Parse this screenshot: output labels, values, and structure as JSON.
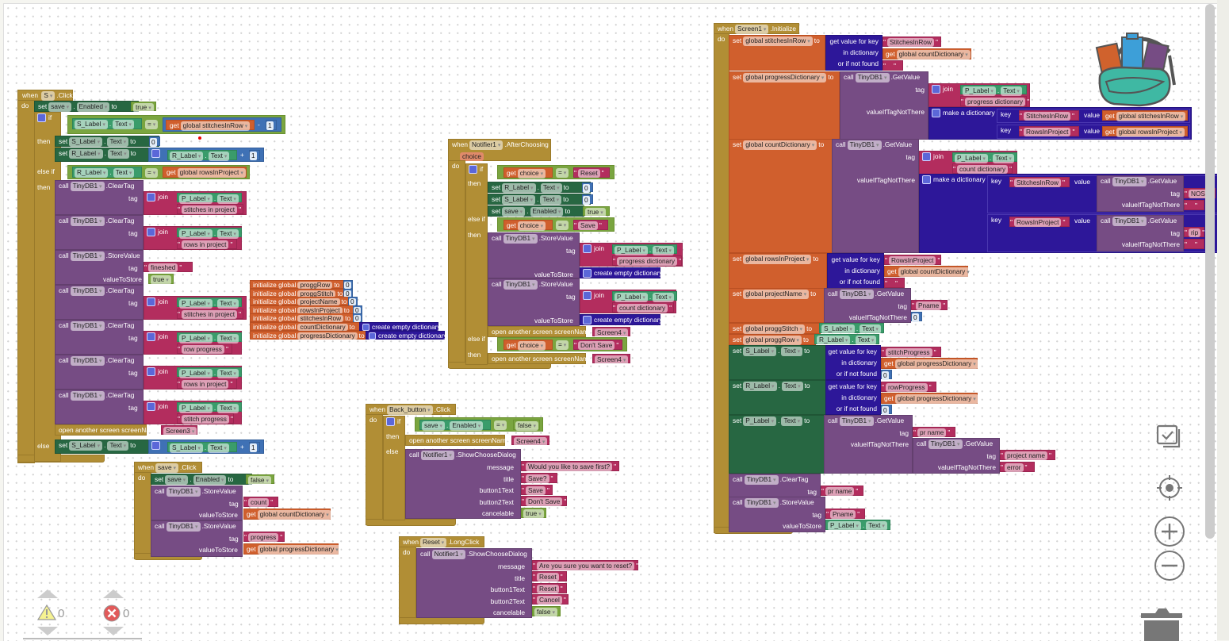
{
  "workspace": {
    "warnings_count": "0",
    "errors_count": "0"
  },
  "icons": {
    "backpack": "backpack-icon",
    "cleanup": "cleanup-icon",
    "recenter": "recenter-icon",
    "zoom_in": "zoom-in-icon",
    "zoom_out": "zoom-out-icon",
    "trash": "trash-icon",
    "warning": "warning-icon",
    "error": "error-icon"
  },
  "kw": {
    "when": "when",
    "do": "do",
    "if": "if",
    "then": "then",
    "else_if": "else if",
    "else": "else",
    "set": "set",
    "to": "to",
    "call": "call",
    "get": "get",
    "join": "join",
    "tag": "tag",
    "valueToStore": "valueToStore",
    "valueIfTagNotThere": "valueIfTagNotThere",
    "open_screen": "open another screen  screenName",
    "eq": "=",
    "plus": "+",
    "minus": "-",
    "dot": ".",
    "get_value_for_key": "get value for key",
    "in_dictionary": "in dictionary",
    "or_if_not_found": "or if not found",
    "make_dict": "make a dictionary",
    "key": "key",
    "value": "value",
    "create_empty_dict": "create empty dictionary",
    "initialize_global": "initialize global",
    "message": "message",
    "title": "title",
    "button1Text": "button1Text",
    "button2Text": "button2Text",
    "cancelable": "cancelable"
  },
  "blocks": {
    "s_click": {
      "component": "S",
      "event": ".Click",
      "save": "save",
      "enabled": "Enabled",
      "true": "true",
      "s_label": "S_Label",
      "r_label": "R_Label",
      "p_label": "P_Label",
      "text": "Text",
      "global_stitches": "global stitchesInRow",
      "one": "1",
      "zero": "0",
      "global_rows": "global rowsInProject",
      "tinydb": "TinyDB1",
      "clear_tag": ".ClearTag",
      "store_value": ".StoreValue",
      "str_stitches_in_project": "stitches in project",
      "str_rows_in_project": "rows in project",
      "str_fineshed": "fineshed",
      "str_row_progress": "row progress",
      "str_stitch_progress": "stitch progress",
      "screen3": "Screen3"
    },
    "globals": [
      {
        "name": "proggRow",
        "value": "0"
      },
      {
        "name": "proggStitch",
        "value": "0"
      },
      {
        "name": "projectName",
        "value": "0"
      },
      {
        "name": "rowsInProject",
        "value": "0"
      },
      {
        "name": "stitchesInRow",
        "value": "0"
      },
      {
        "name": "countDictionary",
        "value": "create empty dictionary"
      },
      {
        "name": "progressDictionary",
        "value": "create empty dictionary"
      }
    ],
    "save_click": {
      "component": "save",
      "event": ".Click",
      "enabled": "Enabled",
      "false": "false",
      "tinydb": "TinyDB1",
      "store_value": ".StoreValue",
      "tag1": "count",
      "val1": "global countDictionary",
      "tag2": "progress",
      "val2": "global progressDictionary"
    },
    "notifier_after": {
      "component": "Notifier1",
      "event": ".AfterChoosing",
      "param": "choice",
      "reset": "Reset",
      "save_str": "Save",
      "dont_save": "Don't Save",
      "r_label": "R_Label",
      "s_label": "S_Label",
      "p_label": "P_Label",
      "text": "Text",
      "zero": "0",
      "save": "save",
      "enabled": "Enabled",
      "true": "true",
      "tinydb": "TinyDB1",
      "store_value": ".StoreValue",
      "progress_dictionary": "progress dictionary",
      "count_dictionary": "count dictionary",
      "screen4": "Screen4"
    },
    "back_click": {
      "component": "Back_button",
      "event": ".Click",
      "save": "save",
      "enabled": "Enabled",
      "false": "false",
      "screen4": "Screen4",
      "notifier": "Notifier1",
      "method": ".ShowChooseDialog",
      "message": "Would you like to save first?",
      "title": "Save?",
      "b1": "Save",
      "b2": "Don't Save",
      "cancelable": "true"
    },
    "reset_long": {
      "component": "Reset",
      "event": ".LongClick",
      "notifier": "Notifier1",
      "method": ".ShowChooseDialog",
      "message": "Are you sure you want to reset?",
      "title": "Reset",
      "b1": "Reset",
      "b2": "Cancel",
      "cancelable": "false"
    },
    "screen_init": {
      "component": "Screen1",
      "event": ".Initialize",
      "g_stitches": "global stitchesInRow",
      "g_progress": "global progressDictionary",
      "g_count": "global countDictionary",
      "g_rows": "global rowsInProject",
      "g_projectName": "global projectName",
      "g_proggStitch": "global proggStitch",
      "g_proggRow": "global proggRow",
      "k_stitches": "StitchesInRow",
      "k_rows": "RowsInProject",
      "tinydb": "TinyDB1",
      "get_value": ".GetValue",
      "clear_tag": ".ClearTag",
      "store_value": ".StoreValue",
      "p_label": "P_Label",
      "s_label": "S_Label",
      "r_label": "R_Label",
      "text": "Text",
      "progress_dictionary": "progress dictionary",
      "count_dictionary": "count dictionary",
      "tag_nos": "NOS",
      "tag_rip": "rip",
      "empty": "",
      "pname": "Pname",
      "zero": "0",
      "stitch_progress": "stitchProgress",
      "row_progress": "rowProgress",
      "pr_name": "pr name",
      "project_name": "project name",
      "error": "error"
    }
  }
}
